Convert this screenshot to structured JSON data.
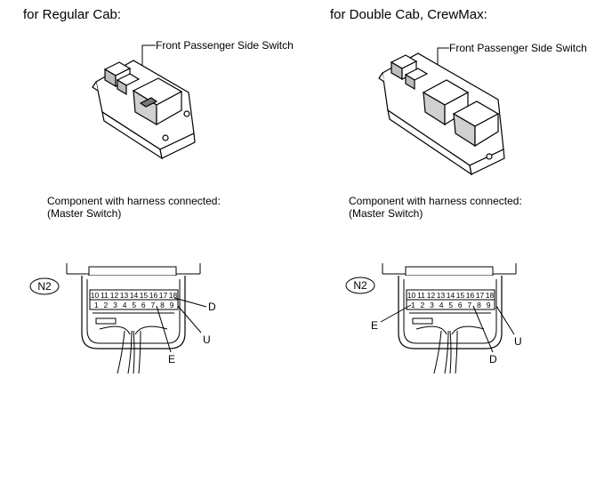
{
  "left": {
    "title": "for Regular Cab:",
    "callout": "Front Passenger Side Switch",
    "caption_line1": "Component with harness connected:",
    "caption_line2": "(Master Switch)",
    "connector_id": "N2",
    "pins_top": [
      "10",
      "11",
      "12",
      "13",
      "14",
      "15",
      "16",
      "17",
      "18"
    ],
    "pins_bottom": [
      "1",
      "2",
      "3",
      "4",
      "5",
      "6",
      "7",
      "8",
      "9"
    ],
    "labels": {
      "d": "D",
      "u": "U",
      "e": "E"
    }
  },
  "right": {
    "title": "for Double Cab, CrewMax:",
    "callout": "Front Passenger Side Switch",
    "caption_line1": "Component with harness connected:",
    "caption_line2": "(Master Switch)",
    "connector_id": "N2",
    "pins_top": [
      "10",
      "11",
      "12",
      "13",
      "14",
      "15",
      "16",
      "17",
      "18"
    ],
    "pins_bottom": [
      "1",
      "2",
      "3",
      "4",
      "5",
      "6",
      "7",
      "8",
      "9"
    ],
    "labels": {
      "e": "E",
      "u": "U",
      "d": "D"
    }
  },
  "colors": {
    "line": "#000000",
    "shade": "#bdbdbd",
    "background": "#ffffff"
  }
}
